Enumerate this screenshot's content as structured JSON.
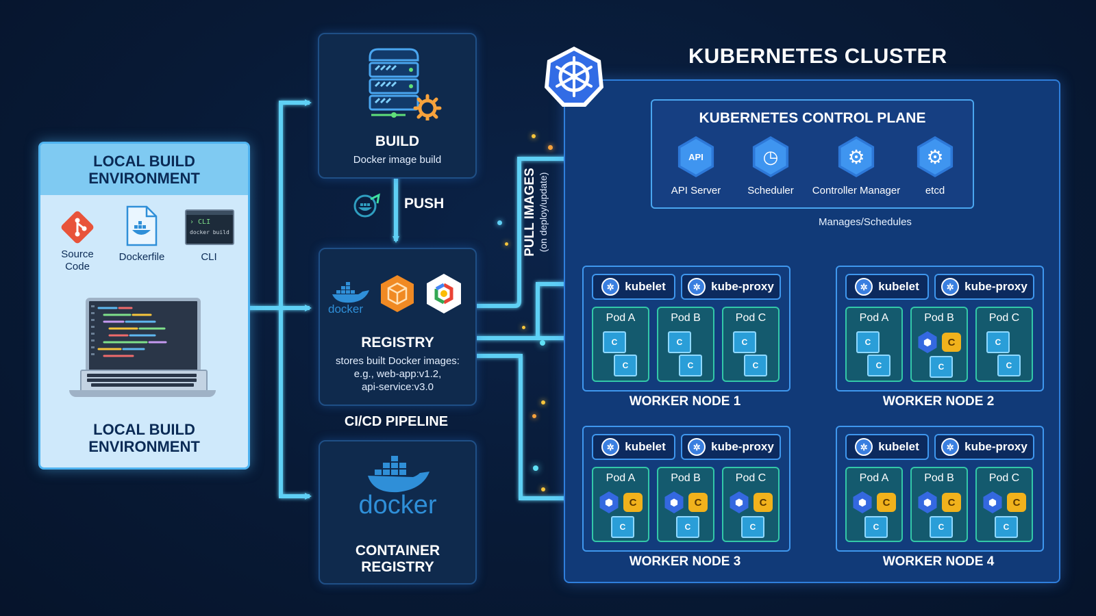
{
  "local": {
    "header": "LOCAL BUILD\nENVIRONMENT",
    "footer": "LOCAL BUILD\nENVIRONMENT",
    "tools": {
      "source_code": "Source\nCode",
      "dockerfile": "Dockerfile",
      "cli": "CLI",
      "cli_screen_prompt": "› CLI",
      "cli_screen_cmd": "docker build"
    }
  },
  "pipeline": {
    "build_title": "BUILD",
    "build_sub": "Docker image build",
    "push_label": "PUSH",
    "registry_title": "REGISTRY",
    "registry_sub": "stores built Docker images:\ne.g., web-app:v1.2,\napi-service:v3.0",
    "registry_docker_word": "docker",
    "label": "CI/CD PIPELINE",
    "container_registry_word": "docker",
    "container_registry_title": "CONTAINER\nREGISTRY",
    "pull_label": "PULL IMAGES",
    "pull_sub": "(on deploy/update)"
  },
  "cluster": {
    "title": "KUBERNETES CLUSTER",
    "control_plane": {
      "title": "KUBERNETES CONTROL PLANE",
      "components": [
        {
          "label": "API Server",
          "icon": "api-icon",
          "glyph": "API"
        },
        {
          "label": "Scheduler",
          "icon": "clock-icon",
          "glyph": "◷"
        },
        {
          "label": "Controller Manager",
          "icon": "gear-icon",
          "glyph": "⚙"
        },
        {
          "label": "etcd",
          "icon": "database-icon",
          "glyph": "⚙"
        }
      ]
    },
    "manages_label": "Manages/Schedules",
    "worker_nodes": [
      {
        "name": "WORKER NODE 1",
        "kubelet": "kubelet",
        "proxy": "kube-proxy",
        "pods": [
          "Pod A",
          "Pod B",
          "Pod C"
        ]
      },
      {
        "name": "WORKER NODE 2",
        "kubelet": "kubelet",
        "proxy": "kube-proxy",
        "pods": [
          "Pod A",
          "Pod B",
          "Pod C"
        ]
      },
      {
        "name": "WORKER NODE 3",
        "kubelet": "kubelet",
        "proxy": "kube-proxy",
        "pods": [
          "Pod A",
          "Pod B",
          "Pod C"
        ]
      },
      {
        "name": "WORKER NODE 4",
        "kubelet": "kubelet",
        "proxy": "kube-proxy",
        "pods": [
          "Pod A",
          "Pod B",
          "Pod C"
        ]
      }
    ],
    "container_glyph": "C"
  },
  "colors": {
    "background": "#081a36",
    "arrow": "#5fd0f5",
    "accent_blue": "#3f97ee",
    "pod_border": "#33c8a8",
    "badge_yellow": "#f1b21c"
  }
}
